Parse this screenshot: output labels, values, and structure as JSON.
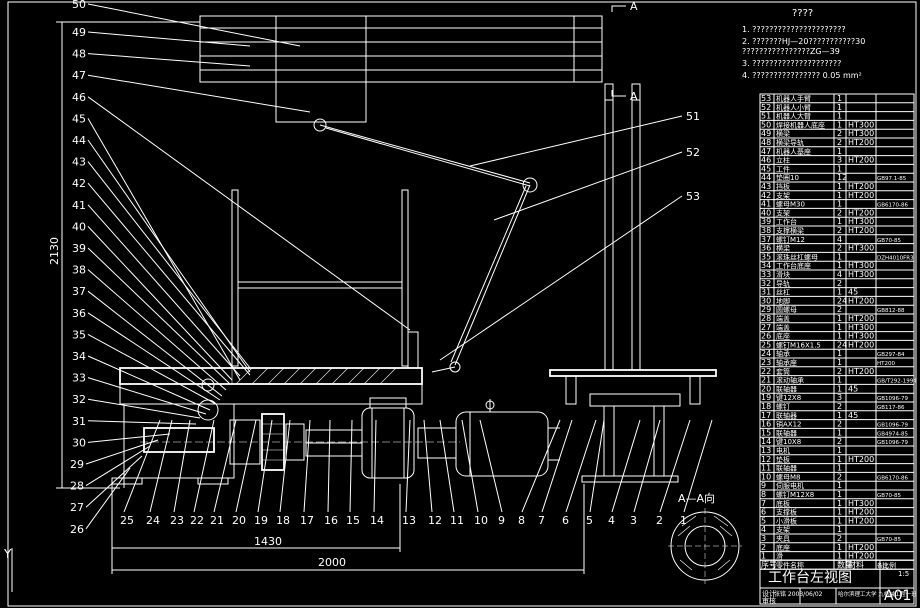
{
  "drawing": {
    "title": "工作台左视图",
    "sheet_code": "A01",
    "section_mark": "A",
    "section_view_label": "A—A向",
    "dim_height": "2130",
    "dim_length_1": "1430",
    "dim_length_2": "2000",
    "notes_title": "????",
    "notes": [
      "1. ??????????????????????",
      "2. ???????HJ—20???????????30",
      "   ????????????????ZG—39",
      "3. ?????????????????????",
      "4. ????????????????  0.05 mm²"
    ]
  },
  "leaders": {
    "left_labels": [
      "50",
      "49",
      "48",
      "47",
      "46",
      "45",
      "44",
      "43",
      "42",
      "41",
      "40",
      "39",
      "38",
      "37",
      "36",
      "35",
      "34",
      "33",
      "32",
      "31",
      "30",
      "29",
      "28",
      "27",
      "26"
    ],
    "right_labels": [
      "51",
      "52",
      "53"
    ],
    "bottom_labels": [
      "25",
      "24",
      "23",
      "22",
      "21",
      "20",
      "19",
      "18",
      "17",
      "16",
      "15",
      "14",
      "13",
      "12",
      "11",
      "10",
      "9",
      "8",
      "7",
      "6",
      "5",
      "4",
      "3",
      "2",
      "1"
    ]
  },
  "parts_table": {
    "rows": [
      {
        "no": "53",
        "name": "机器人手臂",
        "qty": "1",
        "mat": "",
        "code": ""
      },
      {
        "no": "52",
        "name": "机器人小臂",
        "qty": "1",
        "mat": "",
        "code": ""
      },
      {
        "no": "51",
        "name": "机器人大臂",
        "qty": "1",
        "mat": "",
        "code": ""
      },
      {
        "no": "50",
        "name": "焊接机器人底座",
        "qty": "1",
        "mat": "HT300",
        "code": ""
      },
      {
        "no": "49",
        "name": "横梁",
        "qty": "2",
        "mat": "HT300",
        "code": ""
      },
      {
        "no": "48",
        "name": "横梁导轨",
        "qty": "2",
        "mat": "HT200",
        "code": ""
      },
      {
        "no": "47",
        "name": "机器人基座",
        "qty": "1",
        "mat": "",
        "code": ""
      },
      {
        "no": "46",
        "name": "立柱",
        "qty": "3",
        "mat": "HT200",
        "code": ""
      },
      {
        "no": "45",
        "name": "工件",
        "qty": "1",
        "mat": "",
        "code": ""
      },
      {
        "no": "44",
        "name": "垫圈10",
        "qty": "12",
        "mat": "",
        "code": "GB97.1-85"
      },
      {
        "no": "43",
        "name": "挡板",
        "qty": "1",
        "mat": "HT200",
        "code": ""
      },
      {
        "no": "42",
        "name": "支架",
        "qty": "1",
        "mat": "HT200",
        "code": ""
      },
      {
        "no": "41",
        "name": "螺母M30",
        "qty": "1",
        "mat": "",
        "code": "GB6170-86"
      },
      {
        "no": "40",
        "name": "支架",
        "qty": "2",
        "mat": "HT200",
        "code": ""
      },
      {
        "no": "39",
        "name": "工作台",
        "qty": "1",
        "mat": "HT300",
        "code": ""
      },
      {
        "no": "38",
        "name": "支撑横梁",
        "qty": "2",
        "mat": "HT200",
        "code": ""
      },
      {
        "no": "37",
        "name": "螺钉M12",
        "qty": "4",
        "mat": "",
        "code": "GB70-85"
      },
      {
        "no": "36",
        "name": "横梁",
        "qty": "2",
        "mat": "HT300",
        "code": ""
      },
      {
        "no": "35",
        "name": "滚珠丝杠螺母",
        "qty": "1",
        "mat": "",
        "code": "DZH4010FR3"
      },
      {
        "no": "34",
        "name": "工作台底座",
        "qty": "1",
        "mat": "HT300",
        "code": ""
      },
      {
        "no": "33",
        "name": "滑块",
        "qty": "4",
        "mat": "HT300",
        "code": ""
      },
      {
        "no": "32",
        "name": "导轨",
        "qty": "2",
        "mat": "",
        "code": ""
      },
      {
        "no": "31",
        "name": "丝杠",
        "qty": "1",
        "mat": "45",
        "code": ""
      },
      {
        "no": "30",
        "name": "地脚",
        "qty": "24",
        "mat": "HT200",
        "code": ""
      },
      {
        "no": "29",
        "name": "圆螺母",
        "qty": "2",
        "mat": "",
        "code": "GB812-88"
      },
      {
        "no": "28",
        "name": "端盖",
        "qty": "1",
        "mat": "HT200",
        "code": ""
      },
      {
        "no": "27",
        "name": "端盖",
        "qty": "1",
        "mat": "HT300",
        "code": ""
      },
      {
        "no": "26",
        "name": "底座",
        "qty": "1",
        "mat": "HT300",
        "code": ""
      },
      {
        "no": "25",
        "name": "螺钉M16X1.5",
        "qty": "24",
        "mat": "HT200",
        "code": ""
      },
      {
        "no": "24",
        "name": "轴承",
        "qty": "1",
        "mat": "",
        "code": "GB297-84"
      },
      {
        "no": "23",
        "name": "轴承座",
        "qty": "1",
        "mat": "",
        "code": "HT200"
      },
      {
        "no": "22",
        "name": "套筒",
        "qty": "2",
        "mat": "HT200",
        "code": ""
      },
      {
        "no": "21",
        "name": "滚动轴承",
        "qty": "1",
        "mat": "",
        "code": "GB/T292-1994"
      },
      {
        "no": "20",
        "name": "联轴器",
        "qty": "1",
        "mat": "45",
        "code": ""
      },
      {
        "no": "19",
        "name": "键12X8",
        "qty": "3",
        "mat": "",
        "code": "GB1096-79"
      },
      {
        "no": "18",
        "name": "螺钉",
        "qty": "2",
        "mat": "",
        "code": "GB117-86"
      },
      {
        "no": "17",
        "name": "联轴器",
        "qty": "1",
        "mat": "45",
        "code": ""
      },
      {
        "no": "16",
        "name": "销AX12",
        "qty": "2",
        "mat": "",
        "code": "GB1096-79"
      },
      {
        "no": "15",
        "name": "联轴器",
        "qty": "1",
        "mat": "",
        "code": "GB4974-85"
      },
      {
        "no": "14",
        "name": "键10X8",
        "qty": "2",
        "mat": "",
        "code": "GB1096-79"
      },
      {
        "no": "13",
        "name": "电机",
        "qty": "1",
        "mat": "",
        "code": ""
      },
      {
        "no": "12",
        "name": "垫板",
        "qty": "1",
        "mat": "HT200",
        "code": ""
      },
      {
        "no": "11",
        "name": "联轴器",
        "qty": "1",
        "mat": "",
        "code": ""
      },
      {
        "no": "10",
        "name": "螺母M8",
        "qty": "2",
        "mat": "",
        "code": "GB6170-86"
      },
      {
        "no": "9",
        "name": "伺服电机",
        "qty": "1",
        "mat": "",
        "code": ""
      },
      {
        "no": "8",
        "name": "螺钉M12X8",
        "qty": "1",
        "mat": "",
        "code": "GB70-85"
      },
      {
        "no": "7",
        "name": "底板",
        "qty": "1",
        "mat": "HT300",
        "code": ""
      },
      {
        "no": "6",
        "name": "支撑板",
        "qty": "1",
        "mat": "HT200",
        "code": ""
      },
      {
        "no": "5",
        "name": "小滑板",
        "qty": "1",
        "mat": "HT200",
        "code": ""
      },
      {
        "no": "4",
        "name": "支架",
        "qty": "1",
        "mat": "",
        "code": ""
      },
      {
        "no": "3",
        "name": "夹具",
        "qty": "2",
        "mat": "",
        "code": "GB70-85"
      },
      {
        "no": "2",
        "name": "底座",
        "qty": "1",
        "mat": "HT200",
        "code": ""
      },
      {
        "no": "1",
        "name": "滑",
        "qty": "1",
        "mat": "HT200",
        "code": ""
      }
    ],
    "header": {
      "no": "序号",
      "name": "零件名称",
      "qty": "数量",
      "mat": "材料",
      "code": "备注"
    }
  },
  "title_block": {
    "scale_label": "比例",
    "scale": "1:5",
    "designer_label": "设计",
    "designer": "张铭 2003/06/02",
    "school": "哈尔滨理工大学 九机械工程一班",
    "checker_label": "审核"
  }
}
